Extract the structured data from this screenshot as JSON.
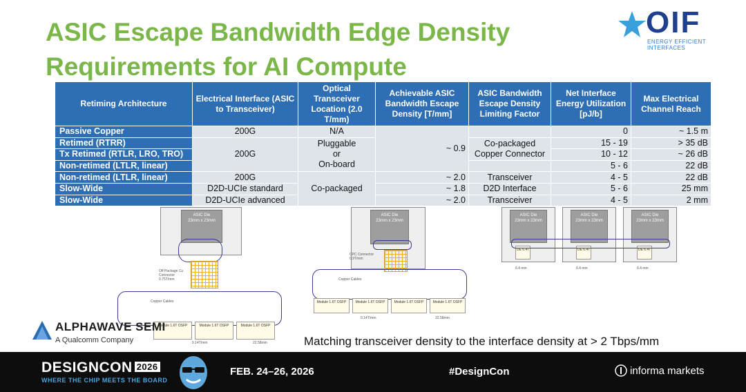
{
  "title": {
    "line1": "ASIC Escape Bandwidth Edge Density",
    "line2": "Requirements for AI Compute"
  },
  "logo": {
    "oif": "OIF",
    "oif_sub_1": "ENERGY EFFICIENT",
    "oif_sub_2": "INTERFACES",
    "alphawave": "ALPHAWAVE SEMI",
    "alphawave_sub": "A Qualcomm Company"
  },
  "table": {
    "headers": [
      "Retiming Architecture",
      "Electrical Interface (ASIC to Transceiver)",
      "Optical Transceiver Location (2.0 T/mm)",
      "Achievable ASIC Bandwidth Escape Density [T/mm]",
      "ASIC Bandwidth Escape Density Limiting Factor",
      "Net Interface Energy Utilization [pJ/b]",
      "Max Electrical Channel Reach"
    ],
    "rows": [
      {
        "arch": "Passive Copper",
        "energy": "0",
        "reach": "~ 1.5  m"
      },
      {
        "arch": "Retimed (RTRR)",
        "energy": "15 - 19",
        "reach": "> 35  dB"
      },
      {
        "arch": "Tx Retimed (RTLR, LRO, TRO)",
        "energy": "10 - 12",
        "reach": "~ 26  dB"
      },
      {
        "arch": "Non-retimed (LTLR, linear)",
        "energy": "5 - 6",
        "reach": "22 dB"
      },
      {
        "arch": "Non-retimed (LTLR, linear)",
        "energy": "4 - 5",
        "reach": "22 dB"
      },
      {
        "arch": "Slow-Wide",
        "energy": "5 - 6",
        "reach": "25 mm"
      },
      {
        "arch": "Slow-Wide",
        "energy": "4 - 5",
        "reach": "2 mm"
      }
    ],
    "elec": {
      "r0": "200G",
      "r1to3": "200G",
      "r4": "200G",
      "r5": "D2D-UCIe standard",
      "r6": "D2D-UCIe advanced"
    },
    "optical": {
      "r0": "N/A",
      "pluggable_1": "Pluggable",
      "pluggable_2": "or",
      "pluggable_3": "On-board",
      "copackaged": "Co-packaged"
    },
    "density": {
      "r0to3": "~ 0.9",
      "r4": "~ 2.0",
      "r5": "~ 1.8",
      "r6": "~ 2.0"
    },
    "limiting": {
      "cp_1": "Co-packaged",
      "cp_2": "Copper Connector",
      "r4": "Transceiver",
      "r5": "D2D Interface",
      "r6": "Transceiver"
    }
  },
  "diagram": {
    "asic_die": "ASIC Die",
    "die_size": "23mm x 23mm",
    "off_package": "Off Package Cu Connector 0.75T/mm",
    "cpc": "CPC Connector 0.9T/mm",
    "copper_cables": "Copper Cables",
    "module": "Module 1.6T OSFP",
    "pitch_1": "0.14T/mm",
    "pitch_2": "22.58mm",
    "oe": "OE 6.4T",
    "oe_pitch": "6.4 mm"
  },
  "caption": "Matching transceiver density to the interface density at > 2 Tbps/mm",
  "footer": {
    "brand": "DESIGNCON",
    "year": "2026",
    "tagline": "WHERE THE CHIP MEETS THE BOARD",
    "dates": "FEB. 24–26, 2026",
    "hashtag": "#DesignCon",
    "sponsor": "informa markets"
  }
}
